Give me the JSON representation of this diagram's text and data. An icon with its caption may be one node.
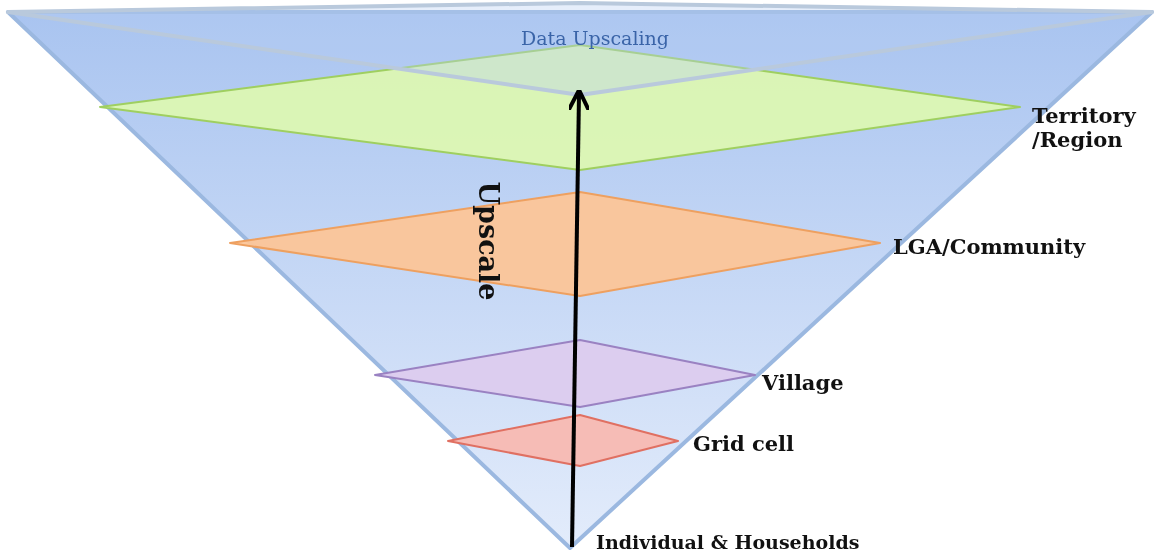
{
  "diagram": {
    "nodes": [
      {
        "text": [
          "Data Upscaling"
        ]
      },
      {
        "text": [],
        "shape": "diamond",
        "beside": [
          "Territory /Region"
        ]
      },
      {
        "text": [],
        "shape": "diamond",
        "beside": [
          "LGA/Community"
        ]
      },
      {
        "text": [],
        "shape": "diamond",
        "beside": [
          "Village"
        ]
      },
      {
        "text": [],
        "shape": "diamond",
        "beside": [
          "Grid cell"
        ]
      }
    ],
    "labels": [
      "Upscale",
      "Individual & Households"
    ]
  }
}
